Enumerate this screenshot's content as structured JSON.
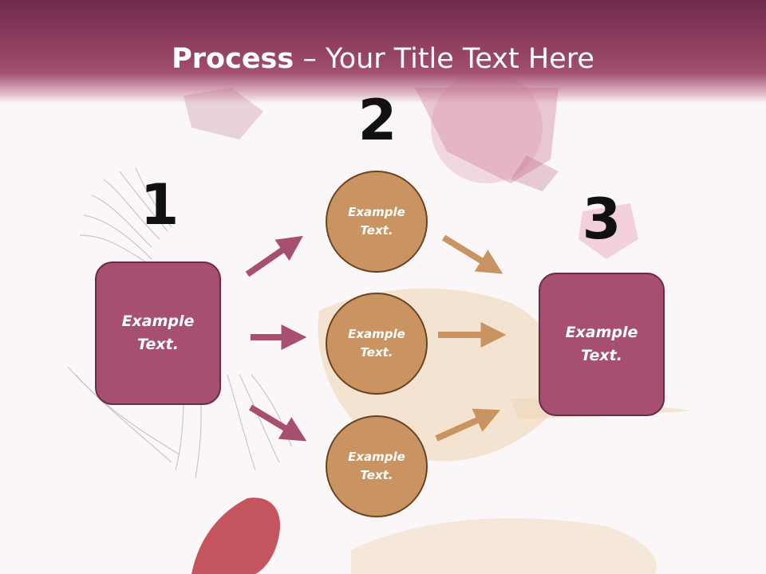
{
  "title": {
    "bold": "Process",
    "rest": " – Your Title Text Here"
  },
  "steps": {
    "one": {
      "number": "1"
    },
    "two": {
      "number": "2"
    },
    "three": {
      "number": "3"
    }
  },
  "left_box": {
    "line1": "Example",
    "line2": "Text."
  },
  "right_box": {
    "line1": "Example",
    "line2": "Text."
  },
  "circles": [
    {
      "line1": "Example",
      "line2": "Text."
    },
    {
      "line1": "Example",
      "line2": "Text."
    },
    {
      "line1": "Example",
      "line2": "Text."
    }
  ],
  "colors": {
    "header": "#8a3a5c",
    "box_fill": "#a64f70",
    "box_border": "#6b2a47",
    "circle_fill": "#c99461",
    "circle_border": "#6a4320",
    "arrow_pink": "#a64f70",
    "arrow_tan": "#c99461"
  }
}
